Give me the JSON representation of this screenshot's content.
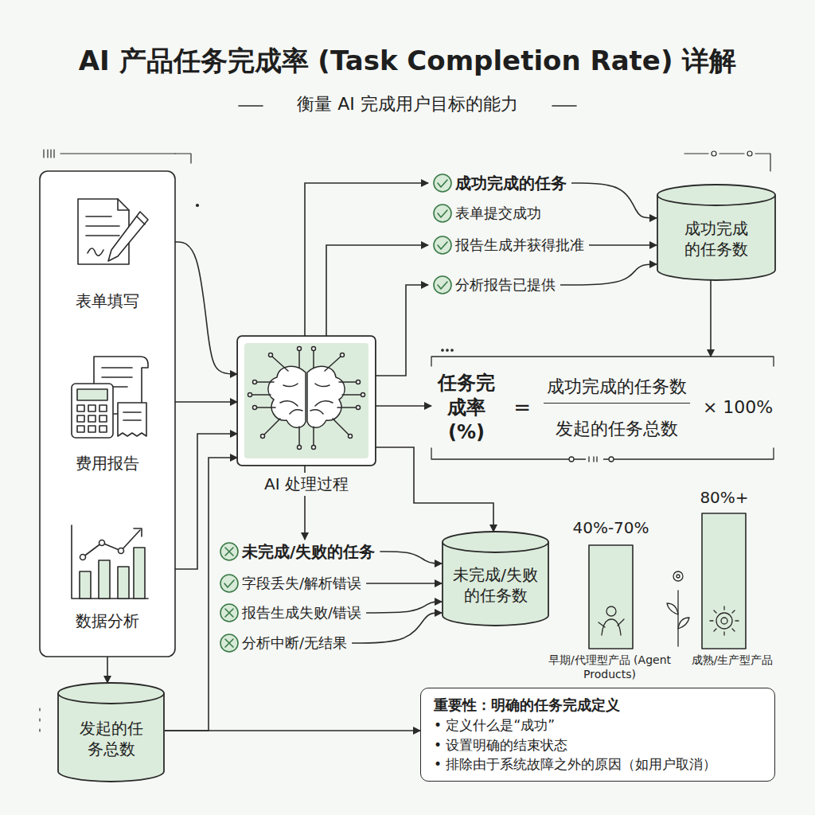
{
  "diagram": {
    "title": "AI 产品任务完成率 (Task Completion Rate) 详解",
    "nodes": [
      {
        "text": [
          "表单填写"
        ]
      },
      {
        "text": [
          "费用报告"
        ]
      },
      {
        "text": [
          "数据分析"
        ]
      },
      {
        "text": [
          "AI 处理过程"
        ]
      },
      {
        "text": [
          "成功完成的任务"
        ]
      },
      {
        "text": [
          "表单提交成功"
        ]
      },
      {
        "text": [
          "报告生成并获得批准"
        ]
      },
      {
        "text": [
          "分析报告已提供"
        ]
      },
      {
        "text": [
          "成功完成的任务数"
        ]
      },
      {
        "text": [
          "任务完成率(%)",
          "=",
          "成功完成的任务数",
          "发起的任务总数",
          "× 100%"
        ]
      },
      {
        "text": [
          "未完成/失败的任务"
        ]
      },
      {
        "text": [
          "字段丢失/解析错误"
        ]
      },
      {
        "text": [
          "报告生成失败/错误"
        ]
      },
      {
        "text": [
          "分析中断/无结果"
        ]
      },
      {
        "text": [
          "未完成/失败的任务数"
        ]
      },
      {
        "text": [
          "发起的任务总数"
        ]
      },
      {
        "text": [
          "重要性：明确的任务完成定义",
          "• 定义什么是“成功”",
          "• 设置明确的结束状态",
          "• 排除由于系统故障之外的原因（如用户取消）"
        ]
      }
    ],
    "edges": [
      {
        "from": 0,
        "to": 3,
        "arrow": "to"
      },
      {
        "from": 1,
        "to": 3,
        "arrow": "to"
      },
      {
        "from": 2,
        "to": 3,
        "arrow": "to"
      },
      {
        "from": 3,
        "to": 4,
        "arrow": "to"
      },
      {
        "from": 3,
        "to": 6,
        "arrow": "to"
      },
      {
        "from": 3,
        "to": 7,
        "arrow": "to"
      },
      {
        "from": 4,
        "to": 8,
        "arrow": "to"
      },
      {
        "from": 6,
        "to": 8,
        "arrow": "to"
      },
      {
        "from": 7,
        "to": 8,
        "arrow": "to"
      },
      {
        "from": 8,
        "to": 9,
        "arrow": "to"
      },
      {
        "from": 3,
        "to": 9,
        "arrow": "to"
      },
      {
        "from": 3,
        "to": 10,
        "arrow": "to"
      },
      {
        "from": 3,
        "to": 14,
        "arrow": "to"
      },
      {
        "from": 10,
        "to": 14,
        "arrow": "to"
      },
      {
        "from": 11,
        "to": 14,
        "arrow": "to"
      },
      {
        "from": 12,
        "to": 14,
        "arrow": "to"
      },
      {
        "from": 13,
        "to": 14,
        "arrow": "to"
      },
      {
        "from": 2,
        "to": 15,
        "arrow": "to"
      },
      {
        "from": 15,
        "to": 3,
        "arrow": "to"
      },
      {
        "from": 15,
        "to": 16,
        "arrow": "to"
      }
    ],
    "labels": [
      "衡量 AI 完成用户目标的能力",
      "40%-70%",
      "80%+",
      "早期/代理型产品 (Agent Products)",
      "成熟/生产型产品"
    ]
  }
}
